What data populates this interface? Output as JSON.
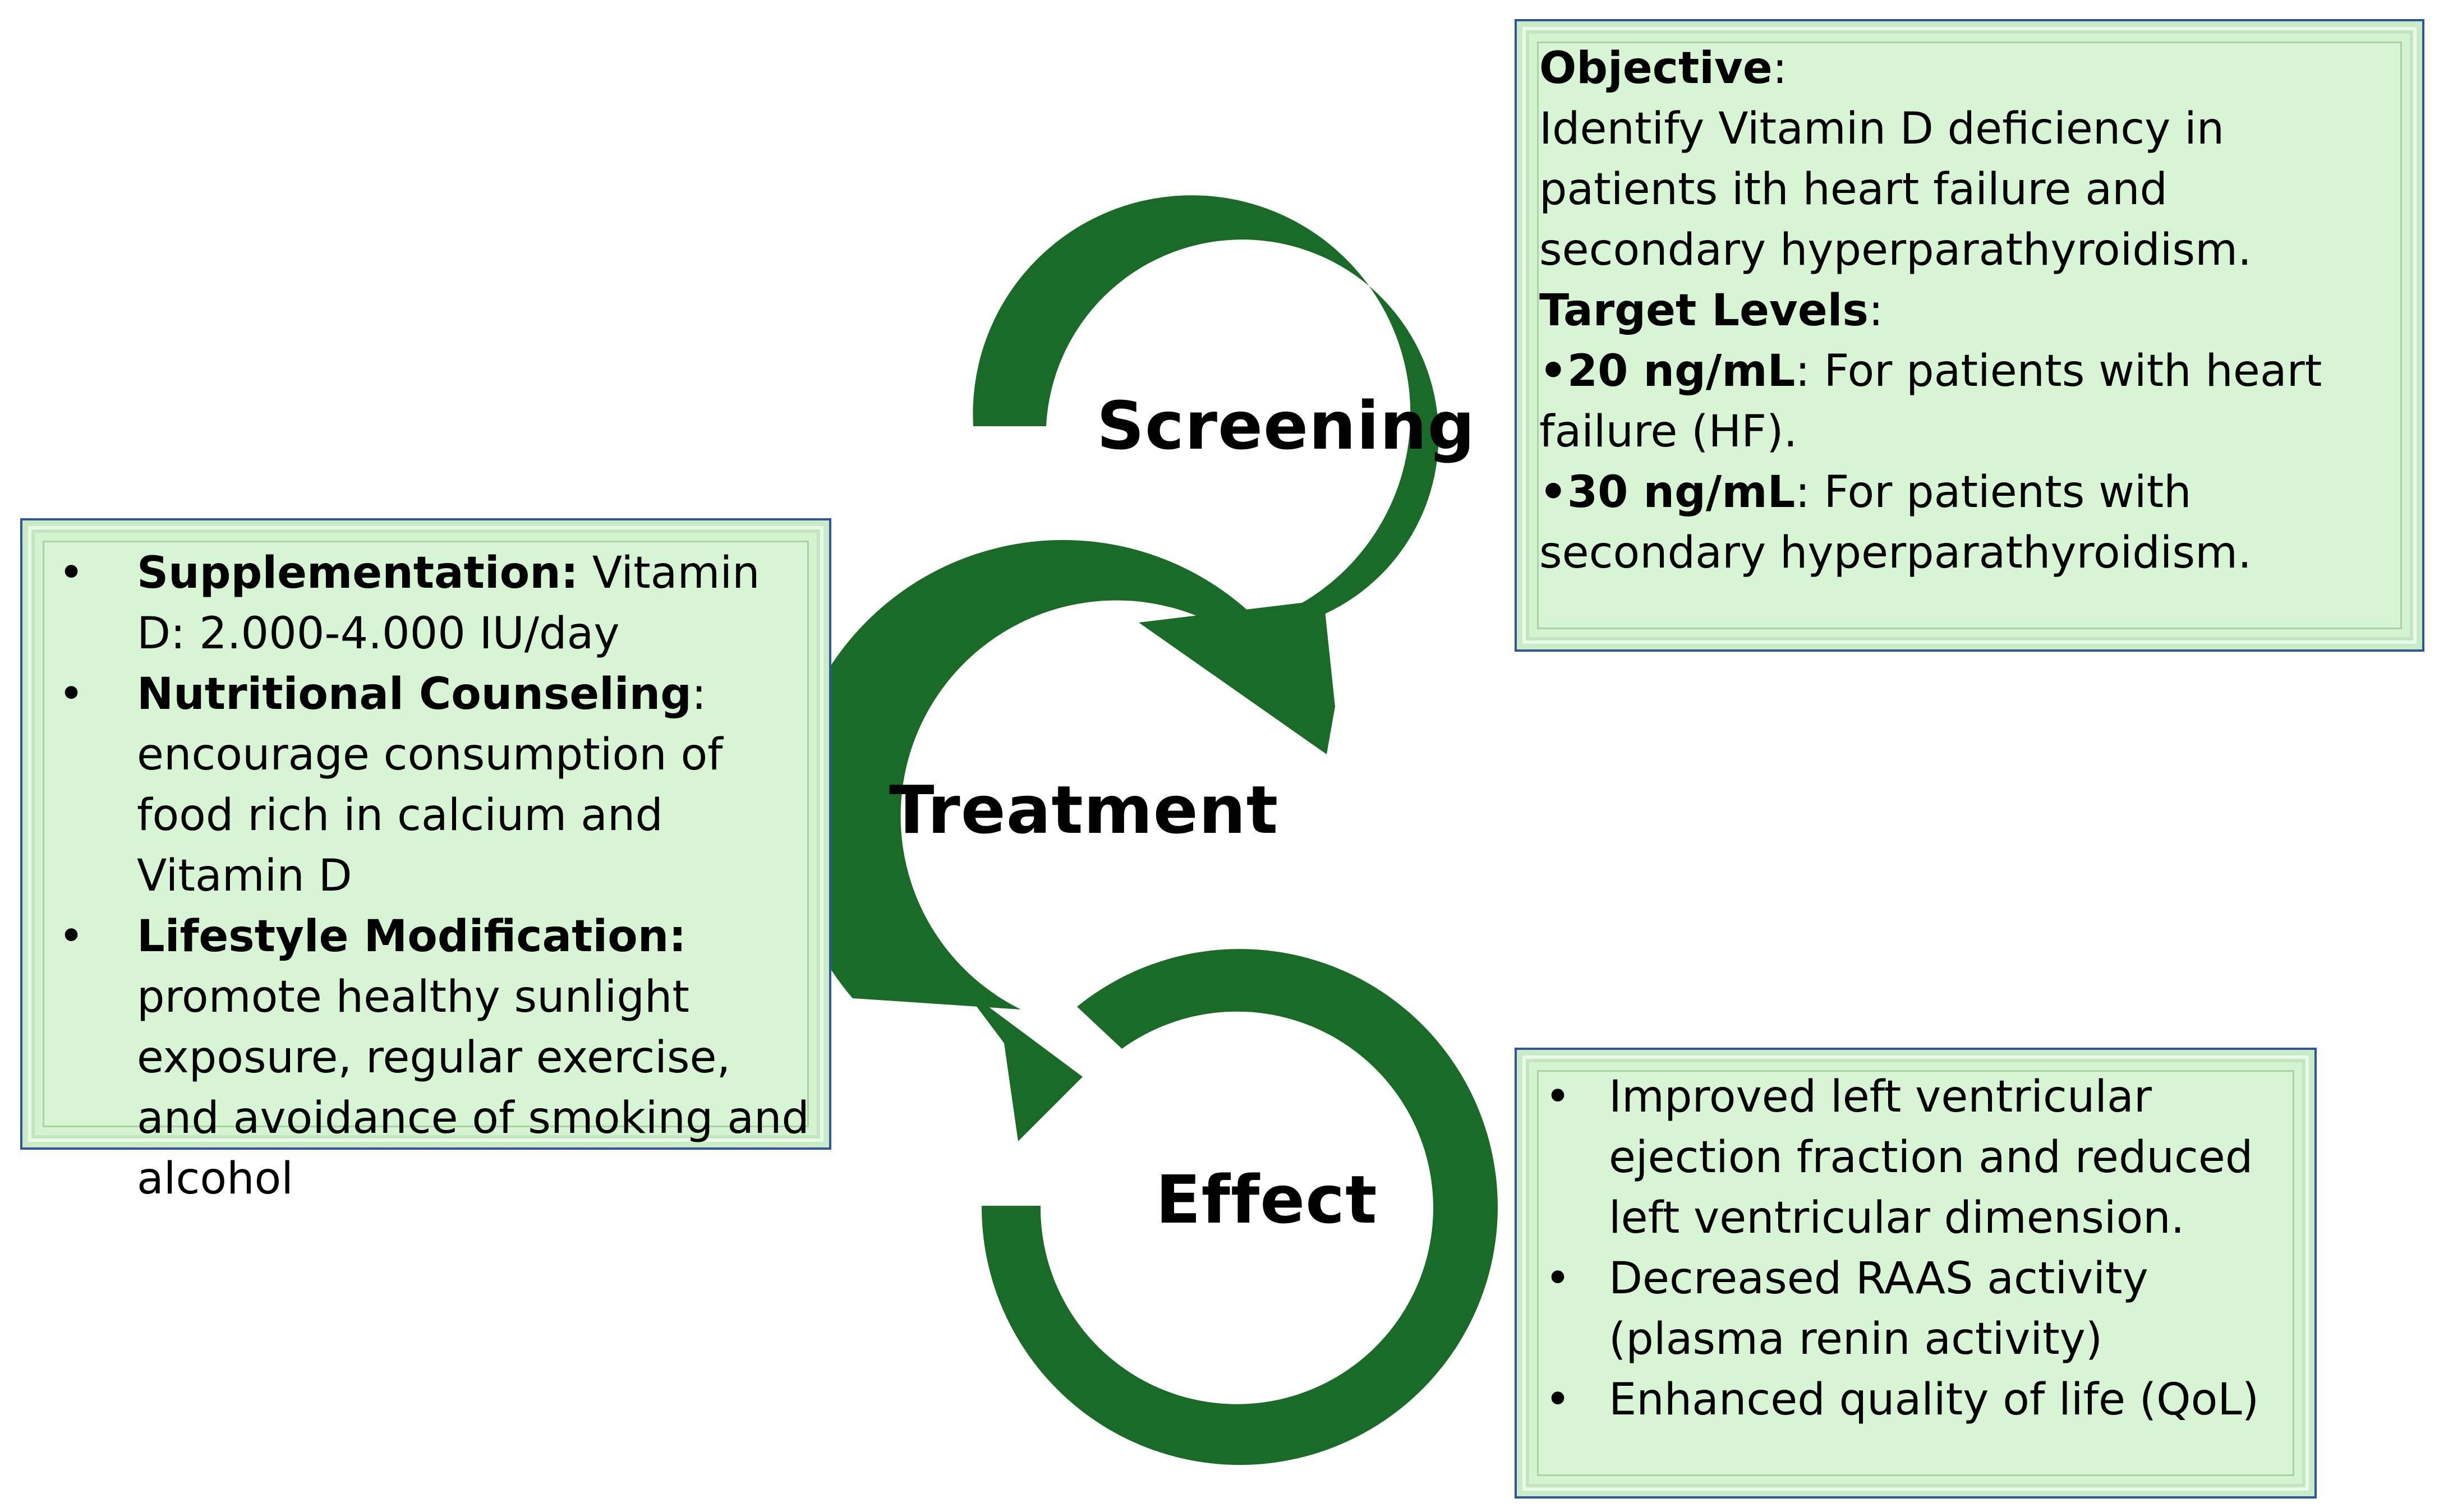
{
  "stages": {
    "screening": "Screening",
    "treatment": "Treatment",
    "effect": "Effect"
  },
  "colors": {
    "arrow": "#1a6b27",
    "box_fill": "#d7f5d4",
    "box_border": "#2f5597"
  },
  "screening_box": {
    "objective_label": "Objective",
    "objective_text": " Identify Vitamin D deficiency in patients ith heart failure and secondary hyperparathyroidism.",
    "target_label": "Target Levels",
    "level1_value": "•20 ng/mL",
    "level1_text": ": For patients with heart failure (HF).",
    "level2_value": "•30 ng/mL",
    "level2_text": ": For patients with secondary hyperparathyroidism."
  },
  "treatment_box": {
    "bullet": "•",
    "items": [
      {
        "label": "Supplementation:",
        "text": " Vitamin D: 2.000-4.000 IU/day"
      },
      {
        "label": "Nutritional Counseling",
        "text": ": encourage consumption of food rich in calcium and Vitamin D"
      },
      {
        "label": "Lifestyle Modification:",
        "text": " promote healthy sunlight exposure, regular exercise, and avoidance of smoking and alcohol"
      }
    ]
  },
  "effect_box": {
    "bullet": "•",
    "items": [
      "Improved left ventricular ejection fraction and reduced left ventricular dimension.",
      "Decreased RAAS activity (plasma renin activity)",
      "Enhanced quality of life (QoL)"
    ]
  }
}
